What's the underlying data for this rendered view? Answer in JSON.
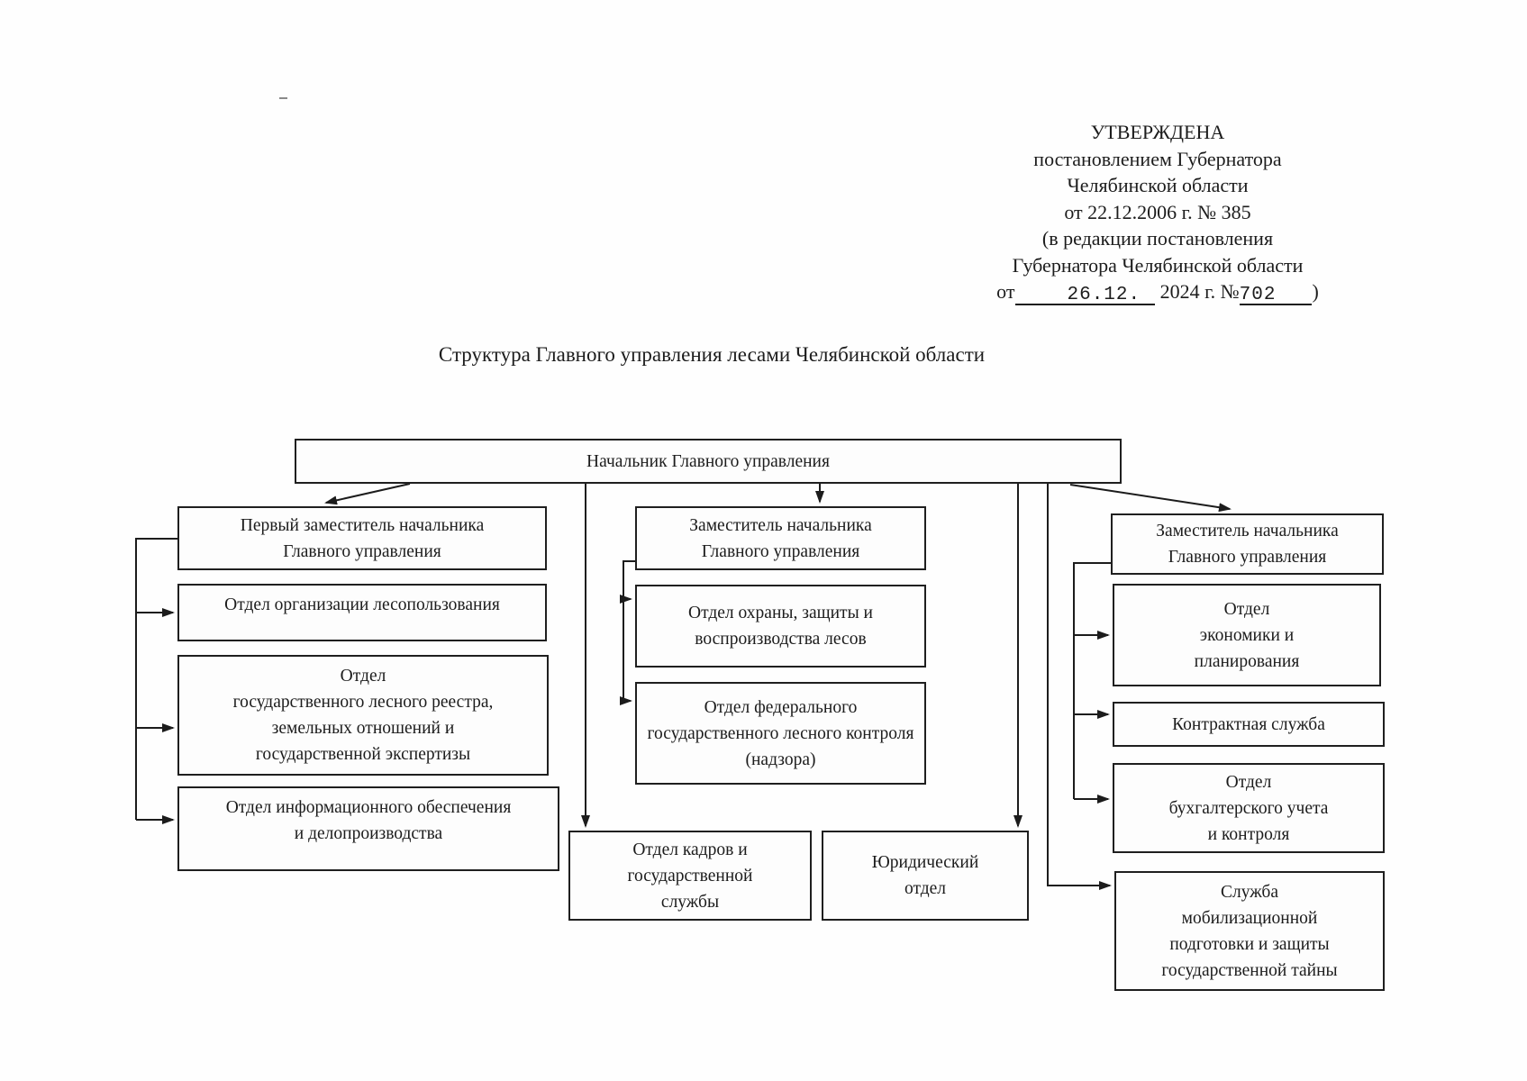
{
  "approval": {
    "lines": [
      "УТВЕРЖДЕНА",
      "постановлением Губернатора",
      "Челябинской области",
      "от 22.12.2006 г. № 385",
      "(в редакции постановления",
      "Губернатора Челябинской области"
    ],
    "last_line": {
      "prefix": "от",
      "date": "26.12.",
      "year_part": "2024 г. №",
      "number": "702",
      "suffix": ")"
    }
  },
  "title": "Структура Главного управления лесами Челябинской области",
  "org_chart": {
    "nodes": {
      "head": [
        "Начальник Главного управления"
      ],
      "first_deputy": [
        "Первый заместитель начальника",
        "Главного управления"
      ],
      "forest_use_dept": [
        "Отдел организации лесопользования"
      ],
      "registry_dept": [
        "Отдел",
        "государственного лесного реестра,",
        "земельных отношений и",
        "государственной экспертизы"
      ],
      "info_dept": [
        "Отдел информационного обеспечения",
        "и делопроизводства"
      ],
      "deputy_middle": [
        "Заместитель начальника",
        "Главного управления"
      ],
      "protection_dept": [
        "Отдел охраны, защиты и",
        "воспроизводства лесов"
      ],
      "federal_control_dept": [
        "Отдел федерального",
        "государственного лесного контроля",
        "(надзора)"
      ],
      "hr_dept": [
        "Отдел кадров и",
        "государственной",
        "службы"
      ],
      "legal_dept": [
        "Юридический",
        "отдел"
      ],
      "deputy_right": [
        "Заместитель начальника",
        "Главного управления"
      ],
      "economics_dept": [
        "Отдел",
        "экономики и",
        "планирования"
      ],
      "contract_service": [
        "Контрактная служба"
      ],
      "accounting_dept": [
        "Отдел",
        "бухгалтерского учета",
        "и контроля"
      ],
      "mobilization_service": [
        "Служба",
        "мобилизационной",
        "подготовки и защиты",
        "государственной тайны"
      ]
    }
  }
}
